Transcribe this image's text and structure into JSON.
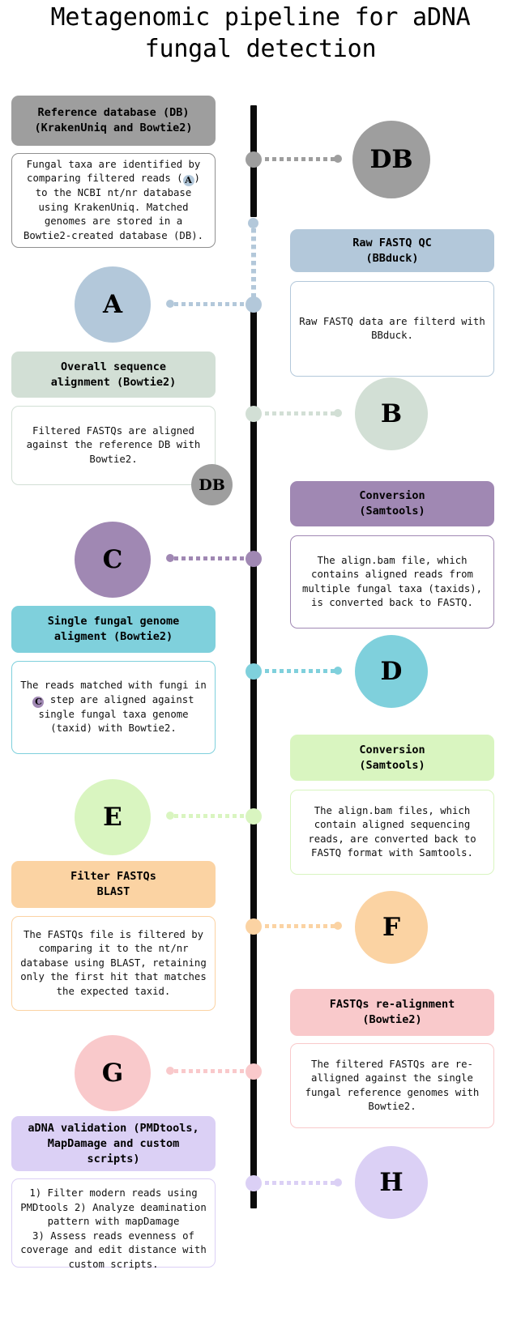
{
  "title": "Metagenomic pipeline for aDNA\nfungal detection",
  "palette": {
    "gray": "#9e9e9e",
    "blue": "#b3c8da",
    "green": "#d2dfd5",
    "purple": "#a088b3",
    "teal": "#7fd0dc",
    "lightgreen": "#d9f5c0",
    "orange": "#fbd3a3",
    "pink": "#f9c9cb",
    "lavender": "#dbd0f5",
    "spine": "#0b0b0b",
    "text": "#000000"
  },
  "steps": [
    {
      "id": "db",
      "marker": "DB",
      "side": "left",
      "color_key": "gray",
      "header": "Reference database (DB)\n(KrakenUniq and Bowtie2)",
      "description": "Fungal taxa are identified by comparing filtered reads (A) to the NCBI nt/nr database using KrakenUniq. Matched genomes are stored in a Bowtie2-created database (DB).",
      "inline_mark": "A",
      "inline_mark_color_key": "blue"
    },
    {
      "id": "a",
      "marker": "A",
      "side": "right",
      "color_key": "blue",
      "header": "Raw FASTQ QC\n(BBduck)",
      "description": "Raw FASTQ data are filterd with BBduck."
    },
    {
      "id": "b",
      "marker": "B",
      "side": "left",
      "color_key": "green",
      "header": "Overall sequence\nalignment (Bowtie2)",
      "description": "Filtered FASTQs are aligned against the reference DB with Bowtie2.",
      "badge": "DB",
      "badge_color_key": "gray"
    },
    {
      "id": "c",
      "marker": "C",
      "side": "right",
      "color_key": "purple",
      "header": "Conversion\n(Samtools)",
      "description": "The align.bam file, which contains aligned reads from multiple fungal taxa (taxids), is converted back to FASTQ."
    },
    {
      "id": "d",
      "marker": "D",
      "side": "left",
      "color_key": "teal",
      "header": "Single fungal genome\naligment (Bowtie2)",
      "description": "The reads matched with fungi in C step are aligned against single fungal taxa genome (taxid) with Bowtie2.",
      "inline_mark": "C",
      "inline_mark_color_key": "purple"
    },
    {
      "id": "e",
      "marker": "E",
      "side": "right",
      "color_key": "lightgreen",
      "header": "Conversion\n(Samtools)",
      "description": "The align.bam files, which contain aligned sequencing reads, are converted back to FASTQ format with Samtools."
    },
    {
      "id": "f",
      "marker": "F",
      "side": "left",
      "color_key": "orange",
      "header": "Filter FASTQs\nBLAST",
      "description": "The FASTQs file is filtered by comparing it to the nt/nr database using BLAST, retaining only the first hit that matches the expected taxid."
    },
    {
      "id": "g",
      "marker": "G",
      "side": "right",
      "color_key": "pink",
      "header": "FASTQs re-alignment\n(Bowtie2)",
      "description": "The filtered FASTQs are re-alligned against the single fungal reference genomes with Bowtie2."
    },
    {
      "id": "h",
      "marker": "H",
      "side": "left",
      "color_key": "lavender",
      "header": "aDNA validation (PMDtools,\nMapDamage and custom\nscripts)",
      "description": "1) Filter modern reads using PMDtools 2) Analyze deamination pattern with mapDamage\n3) Assess reads evenness of coverage and edit distance with custom scripts."
    }
  ]
}
